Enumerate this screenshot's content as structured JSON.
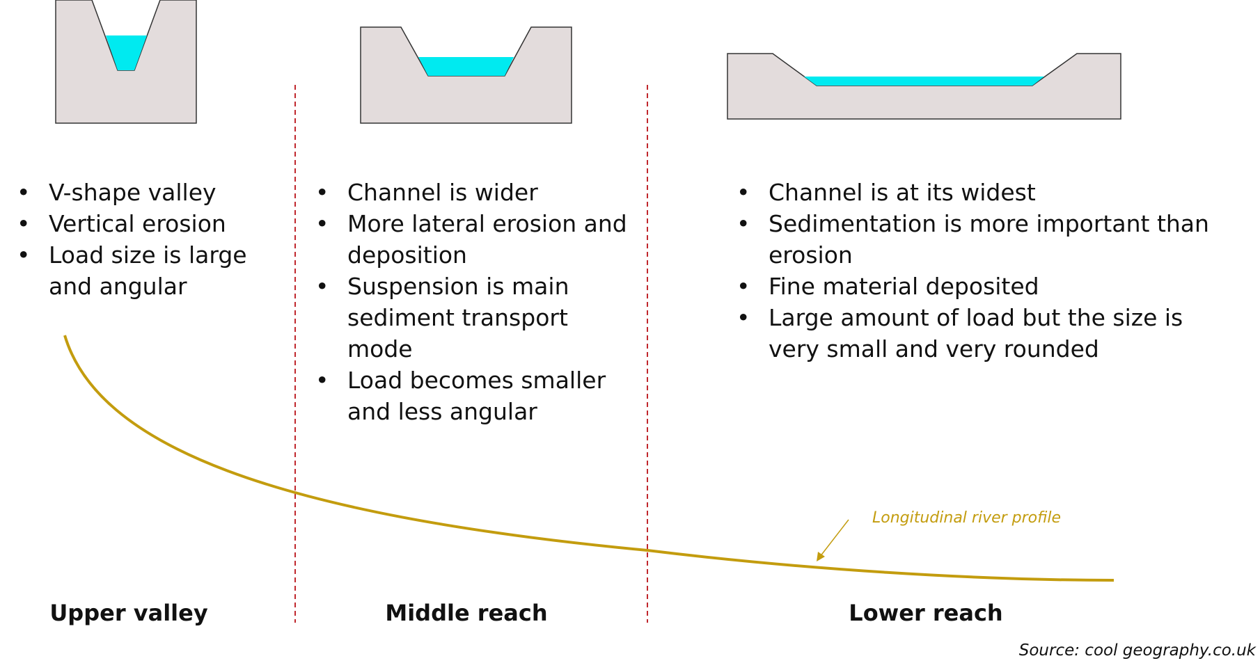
{
  "sections": {
    "upper": {
      "label": "Upper valley",
      "bullets": [
        "V-shape valley",
        "Vertical erosion",
        "Load size is large and angular"
      ]
    },
    "middle": {
      "label": "Middle reach",
      "bullets": [
        "Channel is wider",
        "More lateral erosion and deposition",
        "Suspension is main sediment transport mode",
        "Load becomes smaller and less angular"
      ]
    },
    "lower": {
      "label": "Lower reach",
      "bullets": [
        "Channel is at its widest",
        "Sedimentation is more important than erosion",
        "Fine material deposited",
        "Large amount of load but the size is very small and very rounded"
      ]
    }
  },
  "profile": {
    "caption": "Longitudinal river profile"
  },
  "source": "Source: cool geography.co.uk",
  "colors": {
    "land": "#e3dcdc",
    "water": "#00eaf0",
    "outline": "#333333",
    "profile_line": "#c39c0e",
    "divider": "#c0272d"
  }
}
